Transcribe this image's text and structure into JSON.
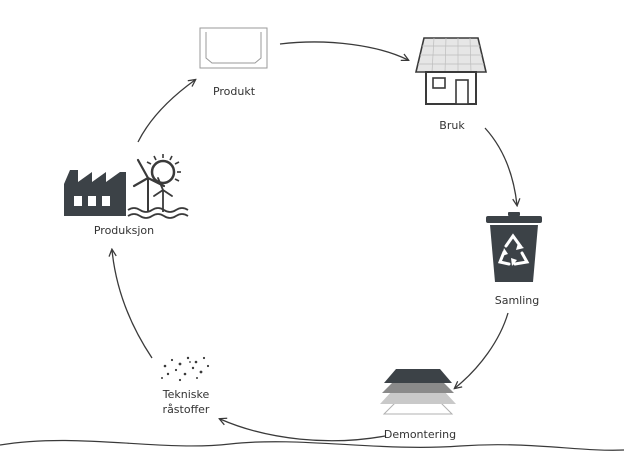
{
  "nodes": {
    "produkt": "Produkt",
    "bruk": "Bruk",
    "samling": "Samling",
    "demontering": "Demontering",
    "tekniske_line1": "Tekniske",
    "tekniske_line2": "råstoffer",
    "produksjon": "Produksjon"
  },
  "icons": {
    "produkt": "product-box-icon",
    "bruk": "house-icon",
    "samling": "recycle-bin-icon",
    "demontering": "stacked-layers-icon",
    "tekniske": "particles-icon",
    "produksjon": "factory-windmill-sun-icon"
  },
  "colors": {
    "ink": "#3a3a3a",
    "dark_fill": "#3c4247",
    "light_stroke": "#9a9a9a"
  }
}
